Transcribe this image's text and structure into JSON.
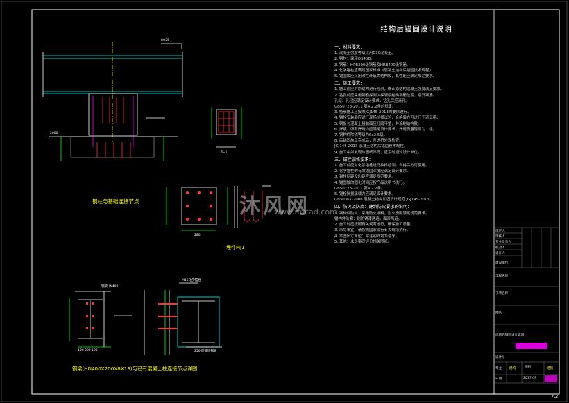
{
  "drawing": {
    "caption_column": "钢柱与基础连接节点",
    "section_label": "1-1",
    "caption_embed": "埋件MJ1",
    "caption_hbeam": "钢梁(HN400X200X8X13)与已有混凝土柱连接节点详图",
    "dim_2000": "2000",
    "dim_bar": "8Φ25",
    "dim_280": "280",
    "dim_hb_top": "钢梁HN400",
    "dim_hb_bot": "100 200 100",
    "dim_node_top": "M16化学锚栓",
    "dim_node_bot": "250 后锚固钢板"
  },
  "notes": {
    "title": "结构后锚固设计说明",
    "s1": {
      "heading": "一、材料要求：",
      "items": [
        "1. 混凝土强度等级采用C30混凝土。",
        "2. 钢材：采用Q345B。",
        "3. 钢筋：HPB300级钢筋及HRB400级钢筋。",
        "4. 化学锚栓应满足国家标准《混凝土结构后锚固技术规程》",
        "5. 锚固胶应采用改性环氧类结构胶，其性能应满足规范要求。"
      ]
    },
    "s2": {
      "heading": "二、施工要求：",
      "items": [
        "1. 施工前应对原结构进行检测，确认原结构混凝土强度满足要求。",
        "2. 钻孔前应采用钢筋探测仪探测原结构钢筋位置，避开钢筋。",
        "   孔深、孔径应满足设计要求，钻孔后应清孔。",
        "   GB50728-2011 第4.2.2条的规定。",
        "3. 植筋施工应按照JGJ145-2013的要求进行。",
        "4. 锚栓安装后应进行现场拉拔试验，合格后方可进行下道工序。",
        "5. 钢板与混凝土接触面应打磨平整，并涂刷结构胶。",
        "6. 焊接：所有焊缝均应满足设计要求，焊缝质量等级为二级。",
        "7. 钢构件除锈等级为Sa2.5级。",
        "8. 后锚固施工完成后，应进行外观检查。",
        "   JGJ145-2013 混凝土结构后锚固技术规程。",
        "9. 施工中如发现与图纸不符，应及时通知设计单位。"
      ]
    },
    "s3": {
      "heading": "三、锚栓规格要求：",
      "items": [
        "1. 施工前应对化学锚栓进行抽样检测，合格后方可使用。",
        "2. 化学锚栓的有效锚固深度应满足设计要求。",
        "3. 锚栓间距及边距应满足规范要求。",
        "4. 锚固胶的固化时间应按产品说明书执行。",
        "   GB50728-2011 第4.2.2条。",
        "5. 锚栓抗拔承载力应满足设计要求。",
        "   GB50367-2006 混凝土结构加固设计规范 JGJ145-2013。"
      ]
    },
    "s4": {
      "heading": "四、防火及防腐：建筑防火要求的说明：",
      "items": [
        "1. 钢构件防火：采用防火涂料，耐火极限满足规范要求。",
        "   钢构件防腐：刷防锈漆两遍，面漆两遍。",
        "2. 施工时应按照有关规范进行，确保施工质量。",
        "3. 未尽事宜，请按照国家现行有关规范执行。",
        "4. 本图尺寸单位：除注明外均为毫米。",
        "5. 其他：未尽事宜详见相关图纸。"
      ]
    }
  },
  "titleblock": {
    "rows": [
      "审定人",
      "审核人",
      "专业负责人",
      "校对人",
      "设计人",
      "建设单位",
      "工程名称",
      "子项名称",
      "图名",
      "结构后锚固设计说明",
      "设计号",
      "专业",
      "日期"
    ],
    "cells": [
      "结构",
      "图别",
      "结施",
      "2017.09"
    ],
    "sheet_size": "A3"
  },
  "watermark": {
    "url": "www.mfcad.com"
  }
}
